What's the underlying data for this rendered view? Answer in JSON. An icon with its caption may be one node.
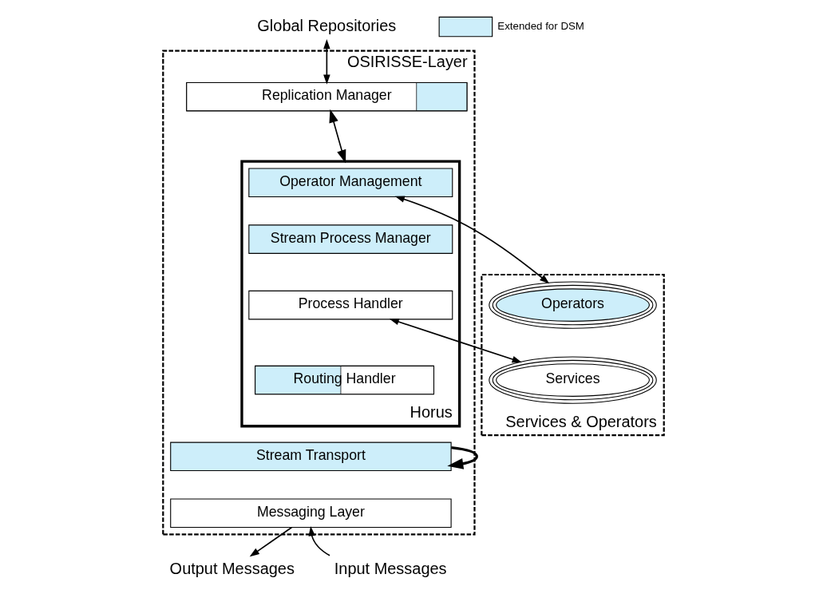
{
  "diagram": {
    "nodes": [
      {
        "text": [
          "OSIRISSE-Layer"
        ]
      },
      {
        "text": [
          "Services & Operators"
        ]
      },
      {
        "text": [
          "Global Repositories"
        ]
      },
      {
        "text": [
          "Replication Manager"
        ],
        "in": 0
      },
      {
        "text": [
          "Horus"
        ],
        "in": 0
      },
      {
        "text": [
          "Operator Management"
        ],
        "in": 4
      },
      {
        "text": [
          "Stream Process Manager"
        ],
        "in": 4
      },
      {
        "text": [
          "Process Handler"
        ],
        "in": 4
      },
      {
        "text": [
          "Routing Handler"
        ],
        "in": 4
      },
      {
        "text": [
          "Stream Transport"
        ],
        "in": 0
      },
      {
        "text": [
          "Messaging Layer"
        ],
        "in": 0
      },
      {
        "text": [
          "Operators"
        ],
        "in": 1
      },
      {
        "text": [
          "Services"
        ],
        "in": 1
      },
      {
        "text": [
          "Output Messages"
        ]
      },
      {
        "text": [
          "Input Messages"
        ]
      }
    ],
    "edges": [
      {
        "from": 2,
        "to": 3,
        "arrow": "both"
      },
      {
        "from": 3,
        "to": 4,
        "arrow": "both"
      },
      {
        "from": 5,
        "to": 11,
        "arrow": "both"
      },
      {
        "from": 7,
        "to": 12,
        "arrow": "both"
      },
      {
        "from": 9,
        "to": 9,
        "arrow": "to",
        "style": "thick"
      },
      {
        "from": 10,
        "to": 13,
        "arrow": "to"
      },
      {
        "from": 14,
        "to": 10,
        "arrow": "to"
      }
    ],
    "legend": [
      {
        "text": "Extended for DSM",
        "color": "#cdeefa"
      }
    ]
  }
}
